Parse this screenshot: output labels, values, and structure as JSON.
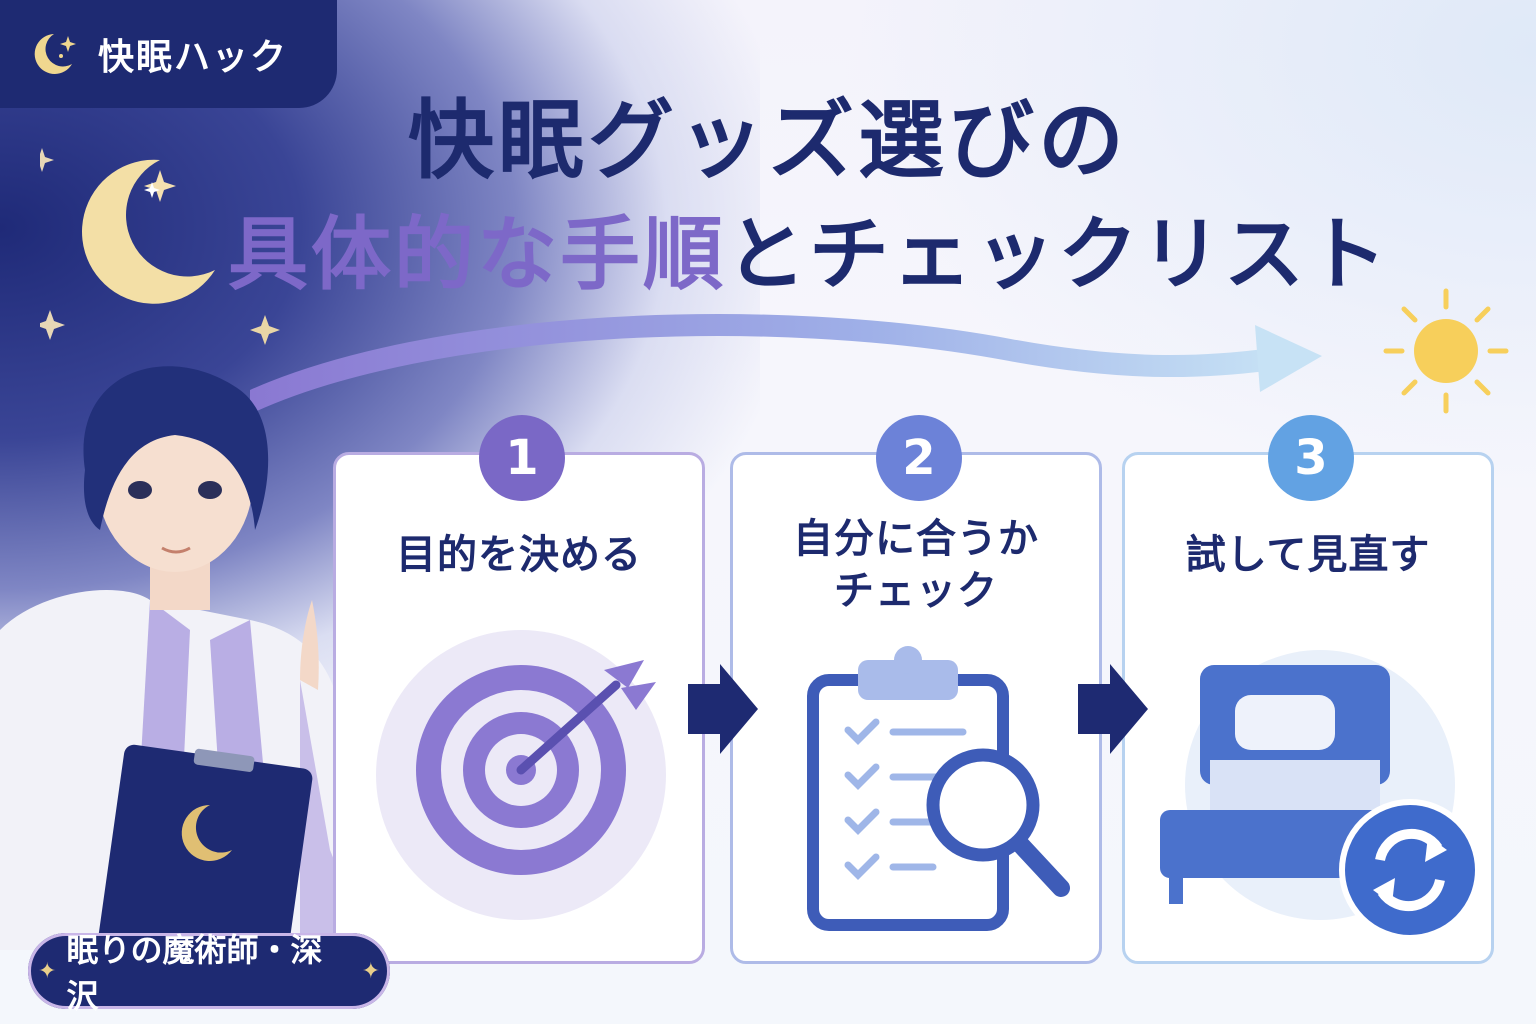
{
  "brand": {
    "label": "快眠ハック",
    "icon": "moon-stars-icon"
  },
  "title": {
    "line1": "快眠グッズ選びの",
    "line2_emphasis": "具体的な手順",
    "line2_rest": "とチェックリスト"
  },
  "steps": [
    {
      "number": "1",
      "lines": [
        "目的を決める"
      ],
      "icon": "target-arrow-icon",
      "accent": "#7a68c6"
    },
    {
      "number": "2",
      "lines": [
        "自分に合うか",
        "チェック"
      ],
      "icon": "clipboard-magnifier-icon",
      "accent": "#6c82d8"
    },
    {
      "number": "3",
      "lines": [
        "試して見直す"
      ],
      "icon": "bed-refresh-icon",
      "accent": "#62a2e3"
    }
  ],
  "character": {
    "name": "眠りの魔術師・深沢"
  },
  "colors": {
    "navy": "#1e2a72",
    "lavender": "#7d68c8",
    "sky": "#62a2e3",
    "sun": "#f7cf5b"
  }
}
